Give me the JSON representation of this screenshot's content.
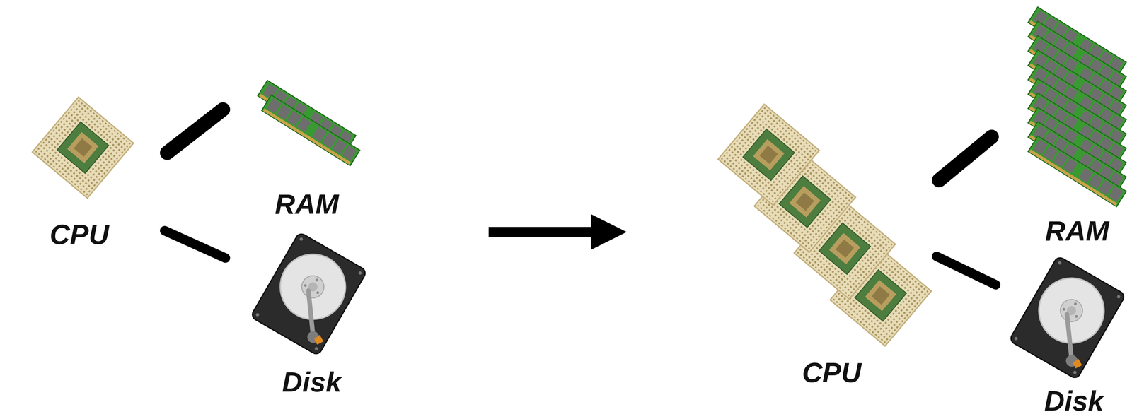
{
  "diagram": {
    "nodes": [
      {
        "text": [
          "CPU"
        ]
      },
      {
        "text": [
          "RAM"
        ]
      },
      {
        "text": [
          "Disk"
        ]
      },
      {
        "text": [
          "CPU"
        ]
      },
      {
        "text": [
          "RAM"
        ]
      },
      {
        "text": [
          "Disk"
        ]
      }
    ],
    "edges": [
      {
        "from": 0,
        "to": 1,
        "arrow": "none"
      },
      {
        "from": 0,
        "to": 2,
        "arrow": "none"
      },
      {
        "from": 3,
        "to": 4,
        "arrow": "none"
      },
      {
        "from": 3,
        "to": 5,
        "arrow": "none"
      }
    ]
  }
}
